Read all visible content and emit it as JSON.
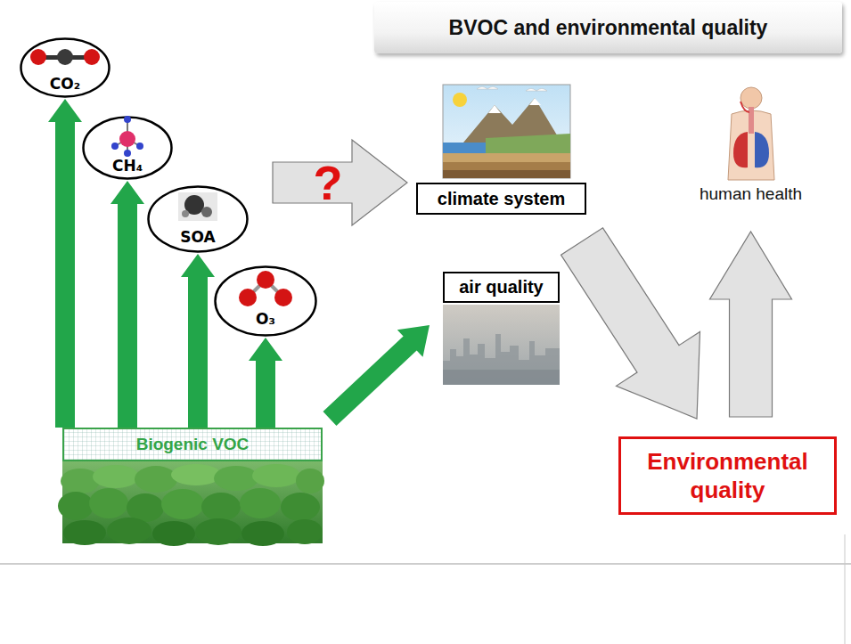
{
  "diagram": {
    "title": "BVOC and environmental quality",
    "nodes": [
      {
        "text": [
          "CO₂"
        ]
      },
      {
        "text": [
          "CH₄"
        ]
      },
      {
        "text": [
          "SOA"
        ]
      },
      {
        "text": [
          "O₃"
        ]
      },
      {
        "text": [
          "climate system"
        ]
      },
      {
        "text": [
          "air quality"
        ]
      },
      {
        "text": [
          "human health"
        ]
      },
      {
        "text": [
          "Biogenic VOC"
        ]
      },
      {
        "text": [
          "Environmental quality"
        ]
      }
    ],
    "edges": [
      {
        "from": 7,
        "to": 0,
        "arrow": "to"
      },
      {
        "from": 7,
        "to": 1,
        "arrow": "to"
      },
      {
        "from": 7,
        "to": 2,
        "arrow": "to"
      },
      {
        "from": 7,
        "to": 3,
        "arrow": "to"
      },
      {
        "from": 1,
        "to": 4,
        "label": "?",
        "arrow": "to"
      },
      {
        "from": 7,
        "to": 5,
        "arrow": "to"
      },
      {
        "from": 4,
        "to": 8,
        "arrow": "to"
      },
      {
        "from": 8,
        "to": 6,
        "arrow": "to"
      }
    ]
  }
}
